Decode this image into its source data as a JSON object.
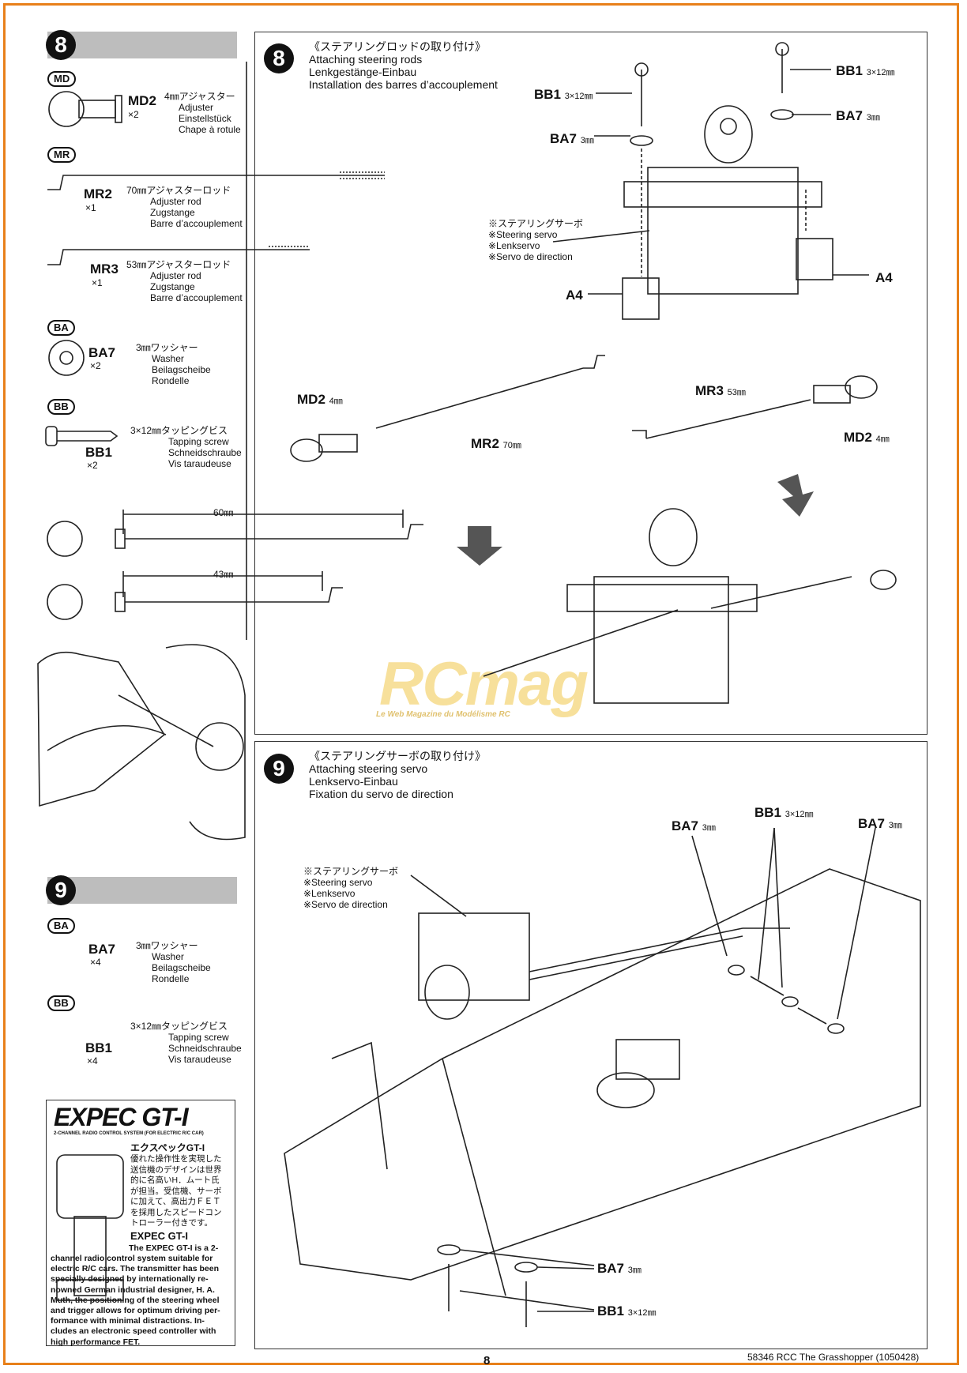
{
  "left": {
    "step8": {
      "number": "8",
      "parts": [
        {
          "badge": "MD",
          "code": "MD2",
          "qty": "×2",
          "jp": "4㎜アジャスター",
          "en": "Adjuster",
          "de": "Einstellstück",
          "fr": "Chape à rotule"
        },
        {
          "badge": "MR",
          "code": "MR2",
          "qty": "×1",
          "jp": "70㎜アジャスターロッド",
          "en": "Adjuster rod",
          "de": "Zugstange",
          "fr": "Barre d’accouplement"
        },
        {
          "code": "MR3",
          "qty": "×1",
          "jp": "53㎜アジャスターロッド",
          "en": "Adjuster rod",
          "de": "Zugstange",
          "fr": "Barre d’accouplement"
        },
        {
          "badge": "BA",
          "code": "BA7",
          "qty": "×2",
          "jp": "3㎜ワッシャー",
          "en": "Washer",
          "de": "Beilagscheibe",
          "fr": "Rondelle"
        },
        {
          "badge": "BB",
          "code": "BB1",
          "qty": "×2",
          "jp": "3×12㎜タッピングビス",
          "en": "Tapping screw",
          "de": "Schneidschraube",
          "fr": "Vis taraudeuse"
        }
      ],
      "dims": [
        "60㎜",
        "43㎜"
      ]
    },
    "step9": {
      "number": "9",
      "parts": [
        {
          "badge": "BA",
          "code": "BA7",
          "qty": "×4",
          "jp": "3㎜ワッシャー",
          "en": "Washer",
          "de": "Beilagscheibe",
          "fr": "Rondelle"
        },
        {
          "badge": "BB",
          "code": "BB1",
          "qty": "×4",
          "jp": "3×12㎜タッピングビス",
          "en": "Tapping screw",
          "de": "Schneidschraube",
          "fr": "Vis taraudeuse"
        }
      ]
    },
    "ad": {
      "logo": "EXPEC GT-I",
      "sub": "2-CHANNEL RADIO CONTROL SYSTEM (FOR ELECTRIC R/C CAR)",
      "jp_title": "エクスペックGT-I",
      "jp_lines": [
        "優れた操作性を実現した",
        "送信機のデザインは世界",
        "的に名高いH．ムート氏",
        "が担当。受信機、サーボ",
        "に加えて、高出力ＦＥＴ",
        "を採用したスピードコン",
        "トローラー付きです。"
      ],
      "en_title": "EXPEC GT-I",
      "en_lines": [
        "The EXPEC GT-I is a 2-",
        "channel radio control system suitable for",
        "electric R/C cars. The transmitter has been",
        "specially designed by internationally re-",
        "nowned German industrial designer, H. A.",
        "Muth, the positioning of the steering wheel",
        "and trigger allows for optimum driving per-",
        "formance with minimal distractions. In-",
        "cludes an electronic speed controller with",
        "high performance FET."
      ]
    }
  },
  "step8_box": {
    "number": "8",
    "title_jp": "《ステアリングロッドの取り付け》",
    "title_en": "Attaching steering rods",
    "title_de": "Lenkgestänge-Einbau",
    "title_fr": "Installation des barres d’accouplement",
    "servo_label": [
      "※ステアリングサーボ",
      "※Steering servo",
      "※Lenkservo",
      "※Servo de direction"
    ],
    "callouts": {
      "bb1_left": "BB1",
      "bb1_left_size": "3×12㎜",
      "ba7_left": "BA7",
      "ba7_left_size": "3㎜",
      "bb1_right": "BB1",
      "bb1_right_size": "3×12㎜",
      "ba7_right": "BA7",
      "ba7_right_size": "3㎜",
      "a4_left": "A4",
      "a4_right": "A4",
      "md2_left": "MD2",
      "md2_left_size": "4㎜",
      "mr2": "MR2",
      "mr2_size": "70㎜",
      "mr3": "MR3",
      "mr3_size": "53㎜",
      "md2_right": "MD2",
      "md2_right_size": "4㎜"
    }
  },
  "step9_box": {
    "number": "9",
    "title_jp": "《ステアリングサーボの取り付け》",
    "title_en": "Attaching steering servo",
    "title_de": "Lenkservo-Einbau",
    "title_fr": "Fixation du servo de direction",
    "servo_label": [
      "※ステアリングサーボ",
      "※Steering servo",
      "※Lenkservo",
      "※Servo de direction"
    ],
    "callouts": {
      "ba7_a": "BA7",
      "ba7_a_size": "3㎜",
      "bb1_top": "BB1",
      "bb1_top_size": "3×12㎜",
      "ba7_b": "BA7",
      "ba7_b_size": "3㎜",
      "ba7_bottom": "BA7",
      "ba7_bottom_size": "3㎜",
      "bb1_bottom": "BB1",
      "bb1_bottom_size": "3×12㎜"
    }
  },
  "watermark": {
    "logo": "RCmag",
    "tagline": "Le Web Magazine du Modélisme RC"
  },
  "footer": {
    "page": "8",
    "doc": "58346  RCC The Grasshopper (1050428)"
  },
  "colors": {
    "frame": "#e8801a",
    "header_bar": "#bdbdbd",
    "watermark": "#f2c84b"
  }
}
